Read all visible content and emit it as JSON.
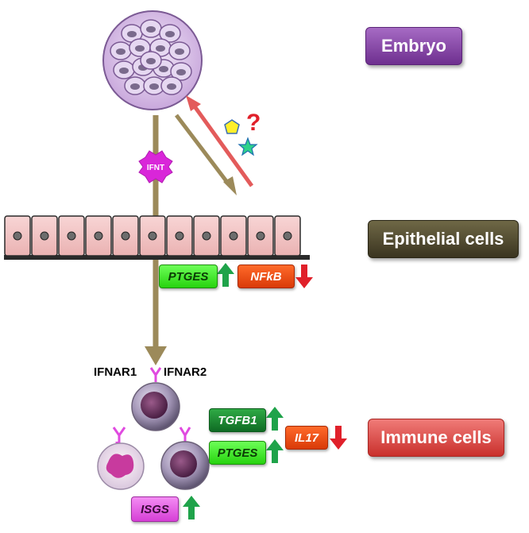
{
  "labels": {
    "embryo": "Embryo",
    "epithelial": "Epithelial cells",
    "immune": "Immune cells"
  },
  "signal": {
    "ifnt": "IFNT",
    "unknown_mark": "?"
  },
  "receptors": {
    "ifnar1": "IFNAR1",
    "ifnar2": "IFNAR2"
  },
  "genes": {
    "ptges_epithelial": "PTGES",
    "nfkb": "NFkB",
    "tgfb1": "TGFB1",
    "ptges_immune": "PTGES",
    "il17": "IL17",
    "isgs": "ISGS"
  },
  "regulation": {
    "ptges_epithelial": "up",
    "nfkb": "down",
    "tgfb1": "up",
    "ptges_immune": "up",
    "il17": "down",
    "isgs": "up"
  },
  "colors": {
    "arrow_main": "#9c8a5a",
    "arrow_back": "#e35b5b",
    "up_arrow": "#1fa34a",
    "down_arrow": "#e0202a",
    "cell_pink": "#f2c4c4",
    "embryo_purple": "#c9a8dc"
  }
}
